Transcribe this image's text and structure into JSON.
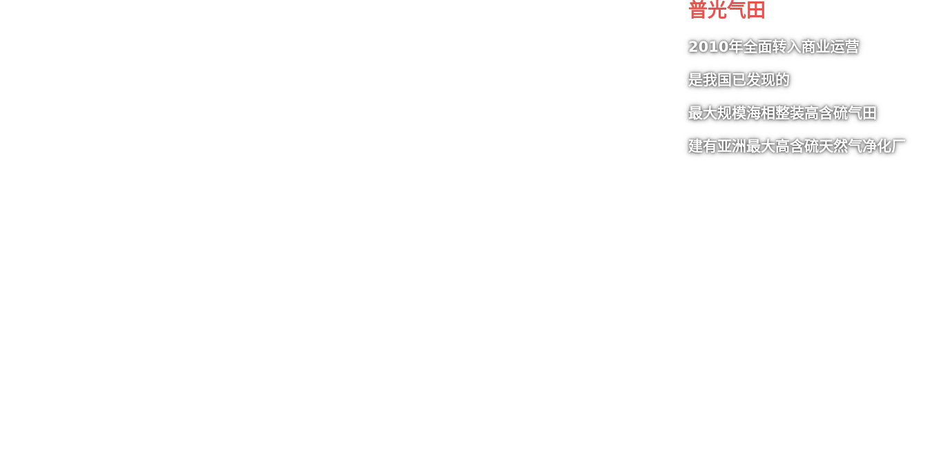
{
  "panel": {
    "title": "普光气田",
    "title_color": "#e8524a",
    "lines": [
      "2010年全面转入商业运营",
      "是我国已发现的",
      "最大规模海相整装高含硫气田",
      "建有亚洲最大高含硫天然气净化厂"
    ]
  }
}
